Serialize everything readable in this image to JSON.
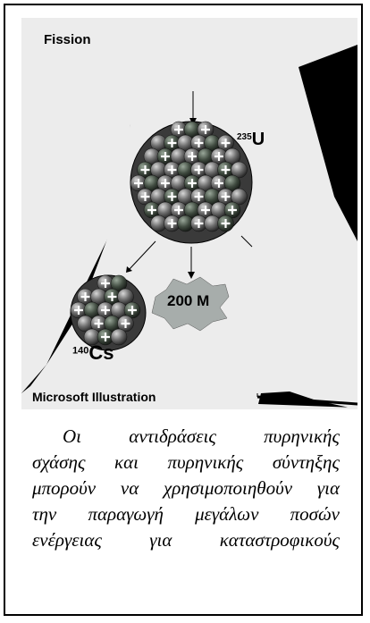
{
  "illustration": {
    "title": "Fission",
    "isotope_top_mass": "235",
    "isotope_top_symbol": "U",
    "energy_label": "200 M",
    "isotope_bottom_mass": "140",
    "isotope_bottom_symbol": "Cs",
    "credit": "Microsoft Illustration"
  },
  "caption": {
    "lines": [
      "Οι αντιδράσεις πυρηνικής",
      "σχάσης και πυρηνικής σύντηξης",
      "μπορούν να χρησιμοποιηθούν για",
      "την παραγωγή μεγάλων ποσών",
      "ενέργειας για καταστροφικούς"
    ]
  }
}
